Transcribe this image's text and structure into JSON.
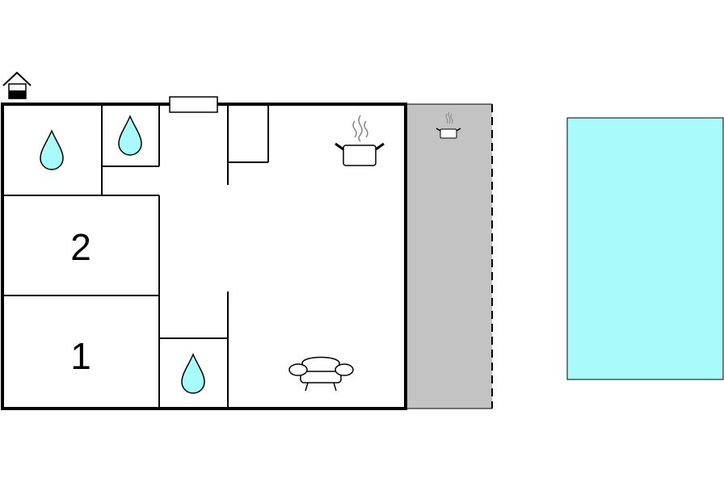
{
  "floorplan": {
    "rooms": [
      {
        "id": "bedroom-2",
        "label": "2"
      },
      {
        "id": "bedroom-1",
        "label": "1"
      }
    ],
    "icons": [
      {
        "name": "house-entrance-icon"
      },
      {
        "name": "water-drop-icon"
      },
      {
        "name": "steaming-pot-icon"
      },
      {
        "name": "armchair-icon"
      }
    ],
    "colors": {
      "walls": "#000000",
      "water_drop": "#a9fafa",
      "terrace": "#c3c3c3",
      "pool": "#a9fafa",
      "background": "#ffffff"
    }
  }
}
